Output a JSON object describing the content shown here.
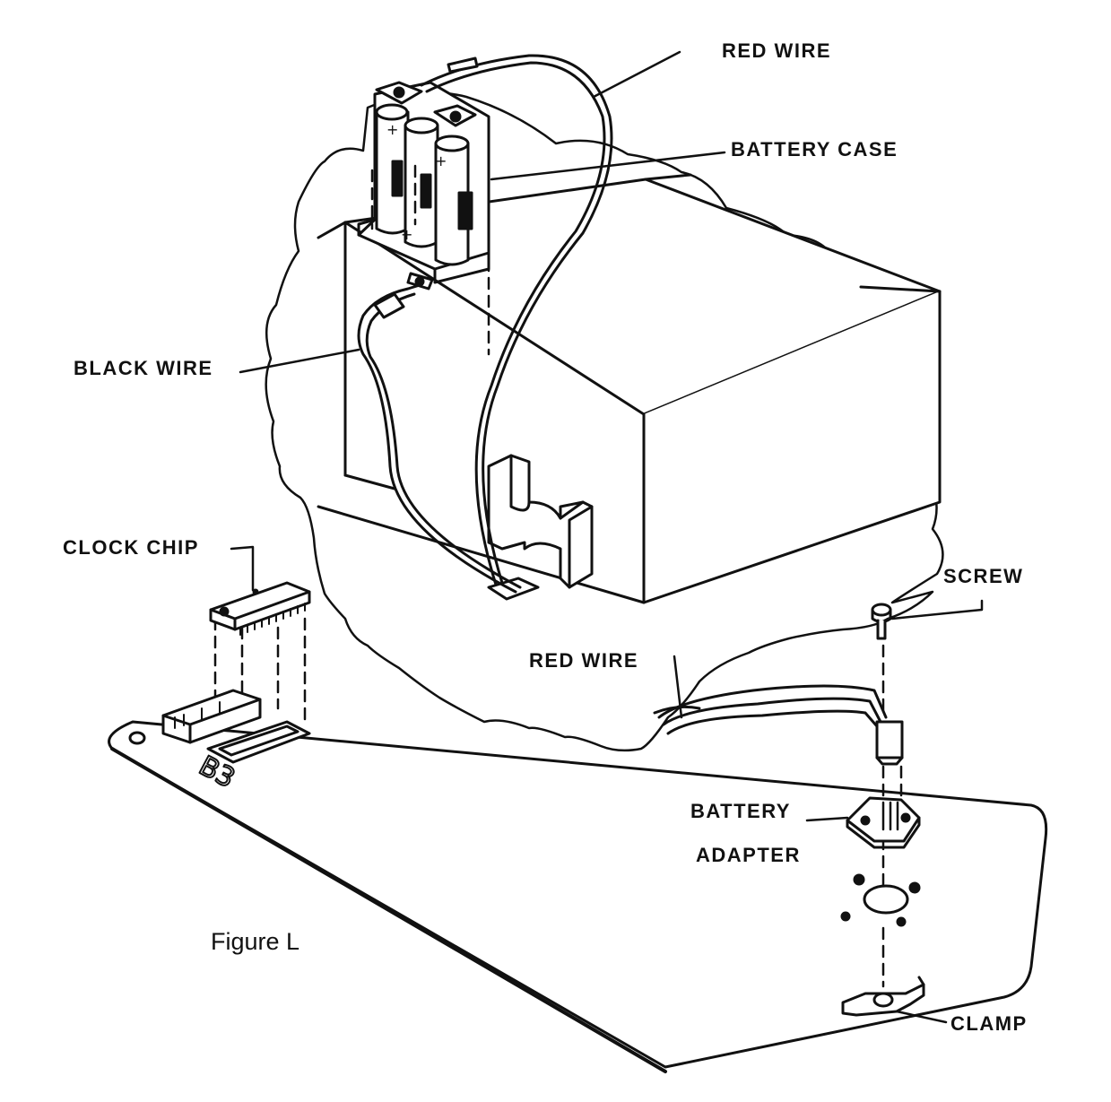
{
  "figure": {
    "caption": "Figure L",
    "board_mark": "B3"
  },
  "labels": {
    "red_wire_top": "RED WIRE",
    "battery_case": "BATTERY CASE",
    "black_wire": "BLACK WIRE",
    "clock_chip": "CLOCK CHIP",
    "screw": "SCREW",
    "red_wire_bottom": "RED WIRE",
    "battery_line1": "BATTERY",
    "battery_line2": "ADAPTER",
    "clamp": "CLAMP"
  },
  "colors": {
    "ink": "#111111",
    "paper": "#ffffff"
  }
}
